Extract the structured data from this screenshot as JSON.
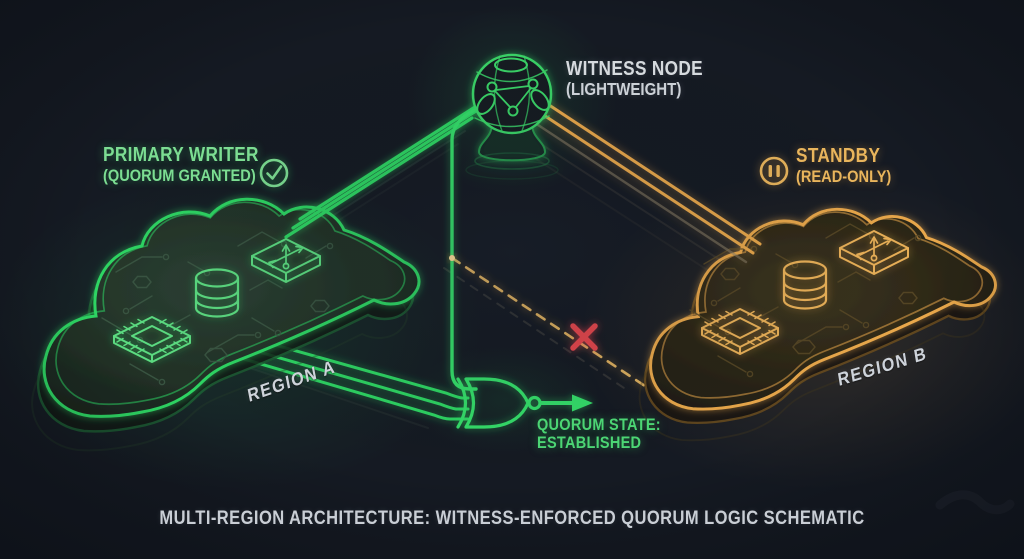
{
  "witness": {
    "label": "WITNESS NODE",
    "sublabel": "(LIGHTWEIGHT)",
    "icon": "network-sphere-icon"
  },
  "primary": {
    "label": "PRIMARY WRITER",
    "sublabel": "(QUORUM GRANTED)",
    "status_icon": "check-circle-icon"
  },
  "standby": {
    "label": "STANDBY",
    "sublabel": "(READ-ONLY)",
    "status_icon": "pause-circle-icon"
  },
  "region_a": {
    "label": "REGION A",
    "components": [
      "cpu-chip-icon",
      "database-icon",
      "network-switch-icon"
    ]
  },
  "region_b": {
    "label": "REGION B",
    "components": [
      "cpu-chip-icon",
      "database-icon",
      "network-switch-icon"
    ]
  },
  "quorum": {
    "label": "QUORUM STATE:",
    "value": "ESTABLISHED",
    "gate_icon": "xor-gate-icon",
    "arrow_icon": "right-arrow-icon"
  },
  "links": {
    "witness_to_region_a": "active-green-links",
    "witness_to_region_b": "standby-amber-links",
    "region_a_to_gate": "active-green-links",
    "cross_region": {
      "style": "dashed",
      "blocked_icon": "red-x-icon"
    }
  },
  "footer": {
    "caption": "MULTI-REGION ARCHITECTURE: WITNESS-ENFORCED QUORUM LOGIC SCHEMATIC"
  },
  "colors": {
    "background": "#151a23",
    "green": "#2ed564",
    "green_text": "#7cdd92",
    "amber": "#e9a84c",
    "amber_text": "#e9b55c",
    "red": "#e5464e",
    "text_light": "#d6dade",
    "caption_text": "#c9ced5"
  }
}
